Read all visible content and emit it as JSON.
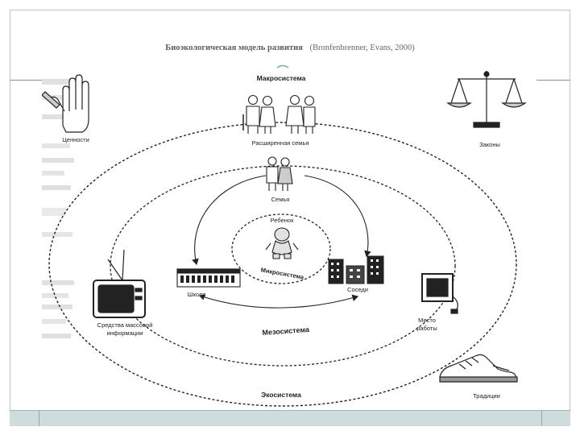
{
  "title": {
    "main": "Биоэкологическая модель развития",
    "reference": "(Bronfenbrenner, Evans, 2000)"
  },
  "diagram": {
    "systems": {
      "macro": "Макросистема",
      "exo": "Экосистема",
      "meso": "Мезосистема",
      "micro": "Микросистема"
    },
    "labels": {
      "child": "Ребенок",
      "family": "Семья",
      "extended_family": "Расширенная семья",
      "school": "Школа",
      "neighbors": "Соседи",
      "workplace_line1": "Место",
      "workplace_line2": "работы",
      "media_line1": "Средства массовой",
      "media_line2": "информации",
      "values": "Ценности",
      "laws": "Законы",
      "traditions": "Традиции"
    }
  }
}
